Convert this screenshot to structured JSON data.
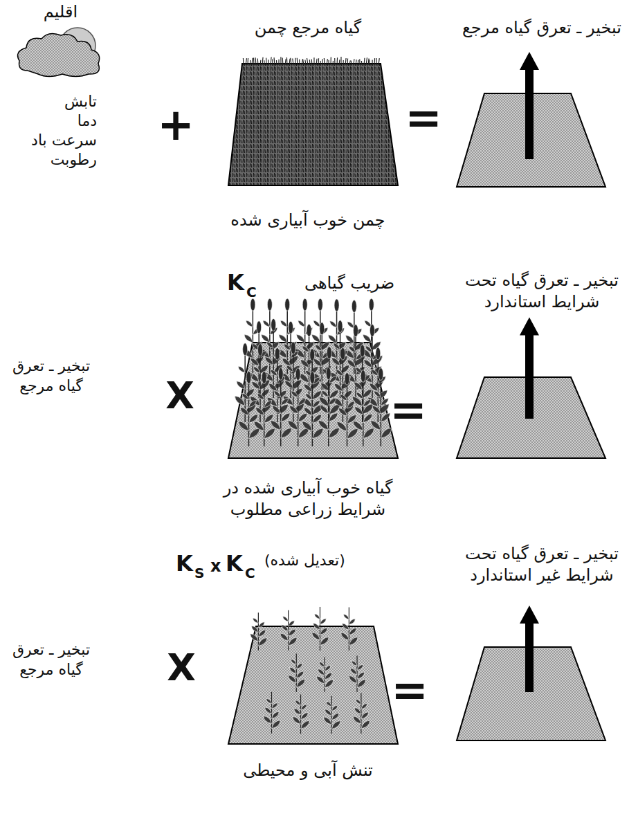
{
  "diagram": {
    "nodes": [
      {
        "text": [
          "اقلیم"
        ]
      },
      {
        "text": [
          "گیاه مرجع چمن",
          "چمن خوب آبیاری شده"
        ]
      },
      {
        "text": [
          "تبخیر ـ تعرق گیاه مرجع"
        ]
      },
      {
        "text": [
          "ضریب گیاهی",
          "گیاه خوب آبیاری شده در شرایط زراعی مطلوب"
        ]
      },
      {
        "text": [
          "تبخیر ـ تعرق گیاه تحت شرایط استاندارد"
        ]
      },
      {
        "text": [
          "تنش آبی و محیطی"
        ]
      },
      {
        "text": [
          "تبخیر ـ تعرق گیاه تحت شرایط غیر استاندارد"
        ]
      }
    ],
    "labels": [
      "تابش",
      "دما",
      "سرعت باد",
      "رطوبت",
      "+",
      "=",
      "K",
      "C",
      "تبخیر ـ تعرق گیاه مرجع",
      "X",
      "=",
      "K",
      "S",
      "x",
      "K",
      "C",
      "(تعدیل شده)",
      "تبخیر ـ تعرق گیاه مرجع",
      "X",
      "="
    ]
  }
}
